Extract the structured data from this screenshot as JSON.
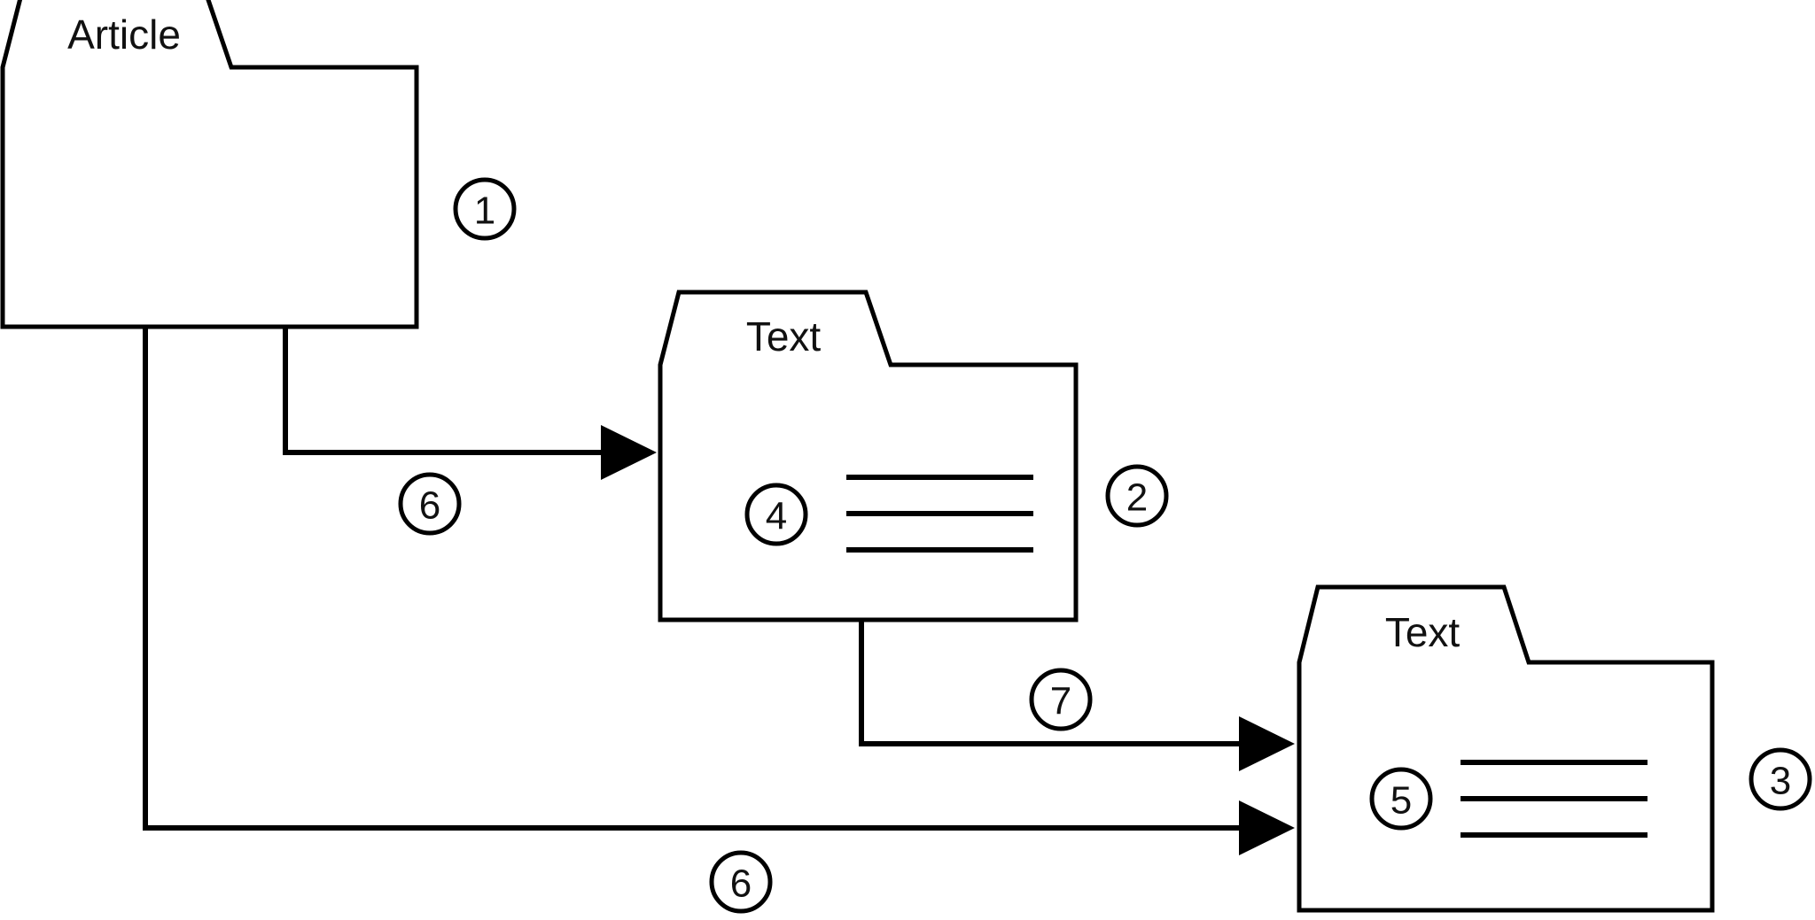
{
  "diagram": {
    "type": "flow-diagram",
    "background_color": "#ffffff",
    "stroke_color": "#000000",
    "text_color": "#111111",
    "nodes": [
      {
        "id": "article-folder",
        "icon": "folder-icon",
        "label": "Article",
        "badge": "1",
        "has_text_lines": false,
        "text_line_count": 0
      },
      {
        "id": "text-folder-middle",
        "icon": "folder-icon",
        "label": "Text",
        "badge": "2",
        "inner_badge": "4",
        "has_text_lines": true,
        "text_line_count": 3
      },
      {
        "id": "text-folder-lower",
        "icon": "folder-icon",
        "label": "Text",
        "badge": "3",
        "inner_badge": "5",
        "has_text_lines": true,
        "text_line_count": 3
      }
    ],
    "edges": [
      {
        "id": "edge-article-to-text-middle",
        "badge": "6",
        "from": "article-folder",
        "to": "text-folder-middle",
        "arrow": "single"
      },
      {
        "id": "edge-text-middle-to-text-lower",
        "badge": "7",
        "from": "text-folder-middle",
        "to": "text-folder-lower",
        "arrow": "single"
      },
      {
        "id": "edge-article-to-text-lower",
        "badge": "6",
        "from": "article-folder",
        "to": "text-folder-lower",
        "arrow": "single"
      }
    ],
    "badges": {
      "one": "1",
      "two": "2",
      "three": "3",
      "four": "4",
      "five": "5",
      "six_upper": "6",
      "six_lower": "6",
      "seven": "7"
    },
    "labels": {
      "article": "Article",
      "text_middle": "Text",
      "text_lower": "Text"
    }
  }
}
